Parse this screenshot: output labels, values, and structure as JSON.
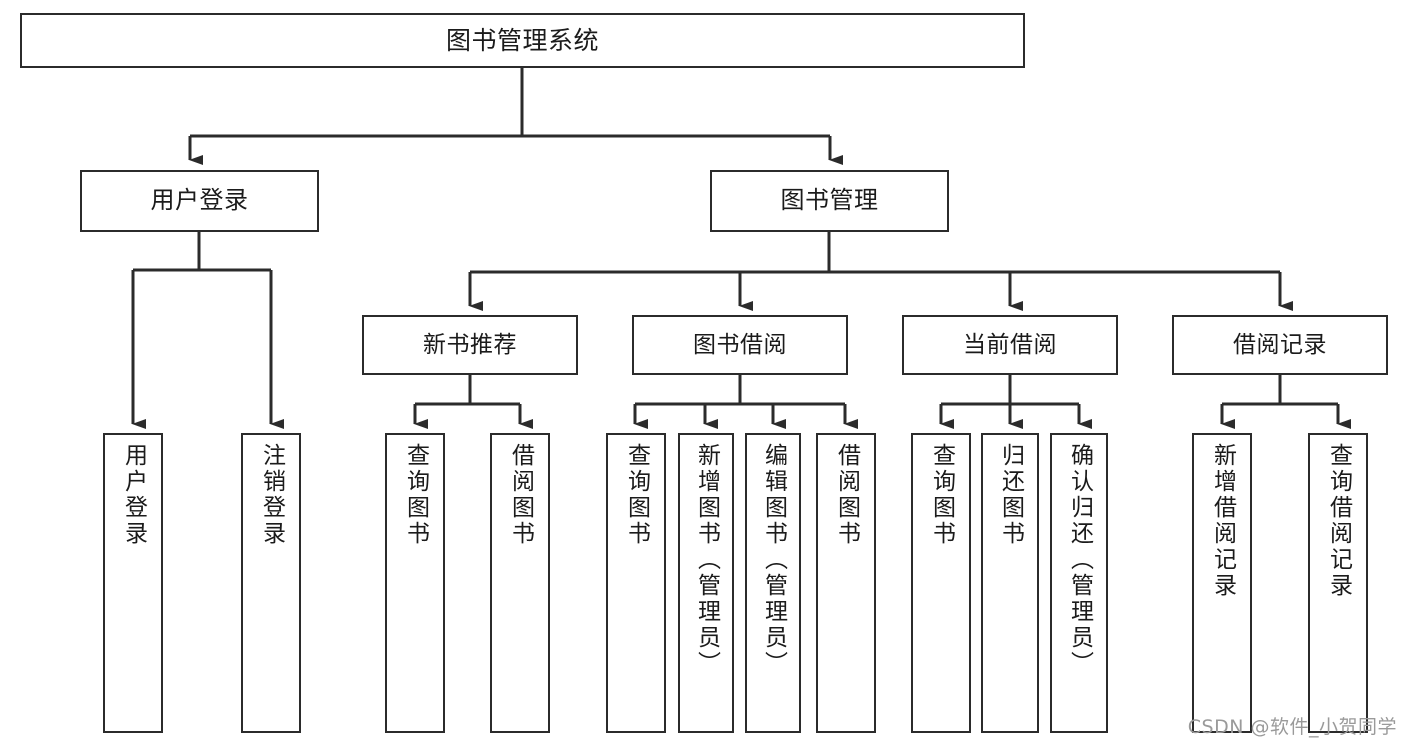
{
  "diagram": {
    "title": "图书管理系统",
    "type": "tree-hierarchy-diagram",
    "colors": {
      "stroke": "#2b2b2b",
      "fill": "#ffffff",
      "text": "#1b1b1b",
      "watermark": "#9a9a9a"
    },
    "root": {
      "label": "图书管理系统"
    },
    "level2": [
      {
        "label": "用户登录"
      },
      {
        "label": "图书管理"
      }
    ],
    "level3": [
      {
        "label": "新书推荐"
      },
      {
        "label": "图书借阅"
      },
      {
        "label": "当前借阅"
      },
      {
        "label": "借阅记录"
      }
    ],
    "leaves": {
      "user_login": [
        {
          "label": "用户登录"
        },
        {
          "label": "注销登录"
        }
      ],
      "new_book_recommend": [
        {
          "label": "查询图书"
        },
        {
          "label": "借阅图书"
        }
      ],
      "book_borrow": [
        {
          "label": "查询图书"
        },
        {
          "label": "新增图书（管理员）"
        },
        {
          "label": "编辑图书（管理员）"
        },
        {
          "label": "借阅图书"
        }
      ],
      "current_borrow": [
        {
          "label": "查询图书"
        },
        {
          "label": "归还图书"
        },
        {
          "label": "确认归还（管理员）"
        }
      ],
      "borrow_record": [
        {
          "label": "新增借阅记录"
        },
        {
          "label": "查询借阅记录"
        }
      ]
    },
    "watermark": "CSDN @软件_小贺同学"
  }
}
